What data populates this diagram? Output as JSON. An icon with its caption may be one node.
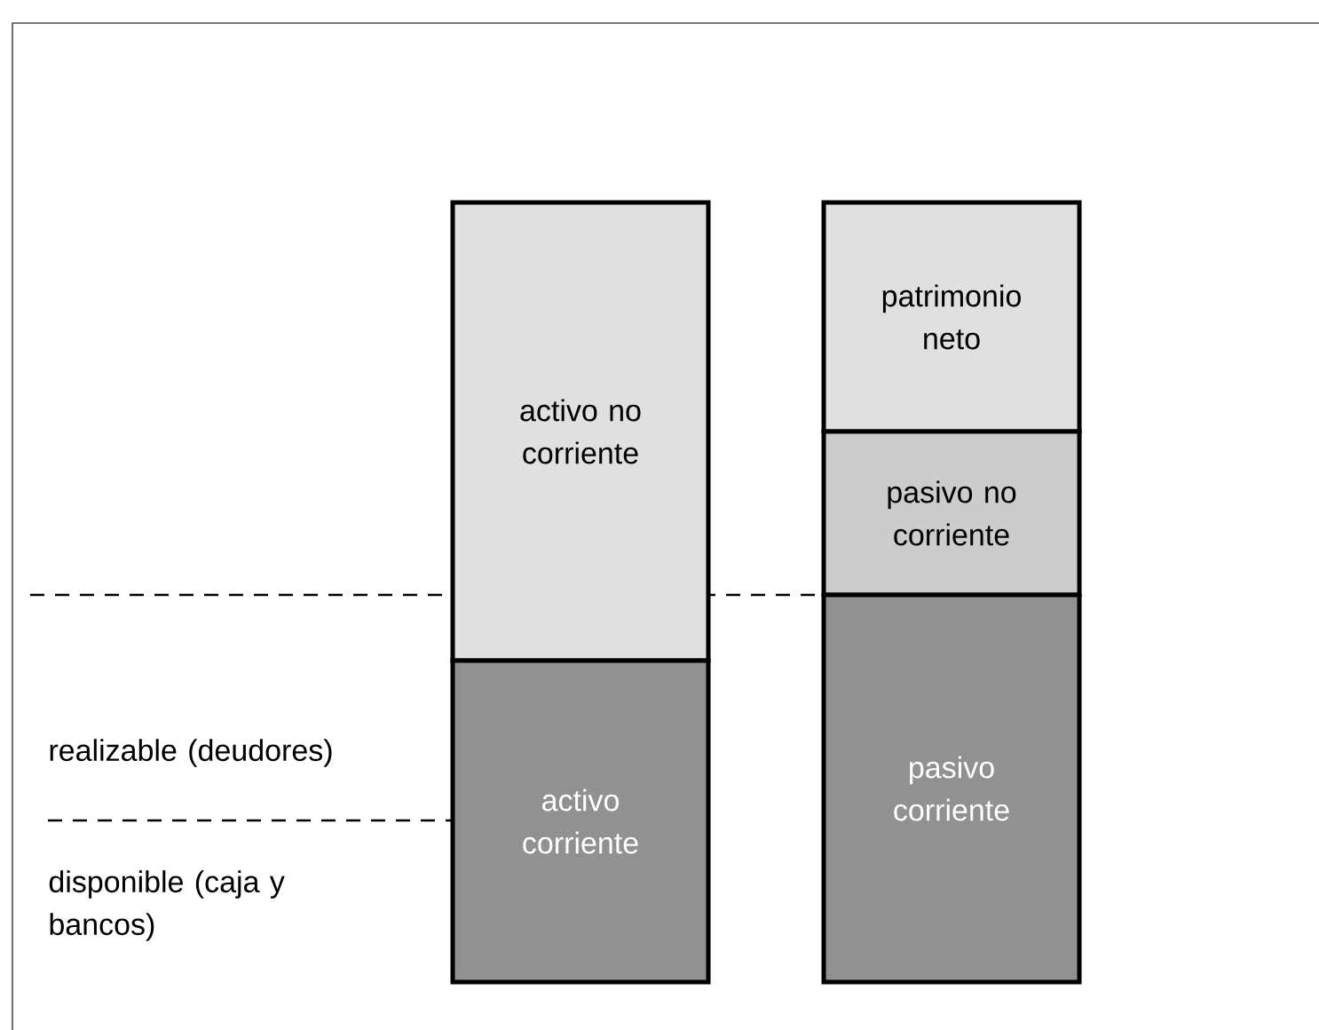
{
  "diagram": {
    "nodes": [
      {
        "text": [
          "activo no corriente"
        ]
      },
      {
        "text": [
          "activo corriente"
        ]
      },
      {
        "text": [
          "patrimonio neto"
        ]
      },
      {
        "text": [
          "pasivo no corriente"
        ]
      },
      {
        "text": [
          "pasivo corriente"
        ]
      }
    ],
    "labels": [
      "realizable (deudores)",
      "disponible (caja y bancos)"
    ]
  }
}
